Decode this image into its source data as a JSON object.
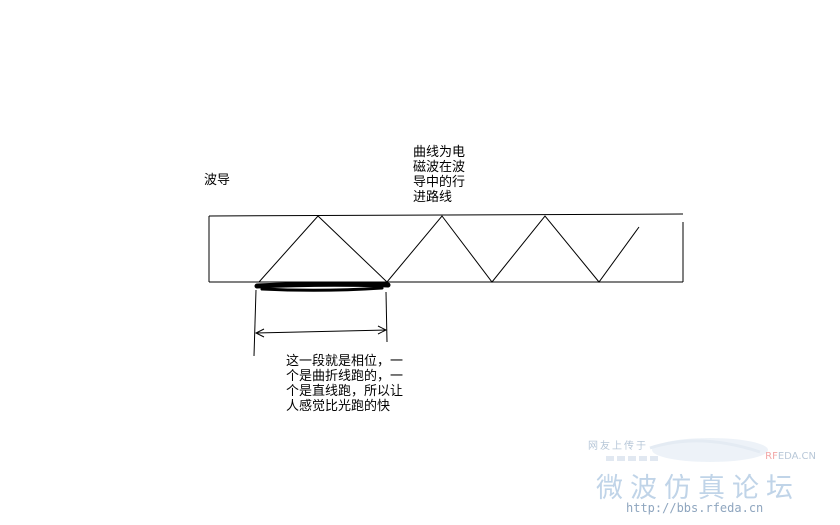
{
  "labels": {
    "waveguide": "波导",
    "path": "曲线为电\n磁波在波\n导中的行\n进路线",
    "phase": "这一段就是相位，一\n个是曲折线跑的，一\n个是直线跑，所以让\n人感觉比光跑的快"
  },
  "watermark": {
    "tagline": "网友上传于",
    "site_rf": "RF",
    "site_rest": "EDA.CN",
    "forum": "微波仿真论坛",
    "url": "http://bbs.rfeda.cn"
  },
  "colors": {
    "ink": "#000000",
    "watermark_blue": "#c0d4e8",
    "watermark_red": "#f2a6a6"
  }
}
